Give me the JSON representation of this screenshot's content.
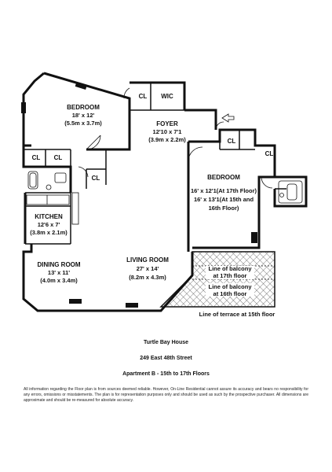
{
  "rooms": {
    "bedroom1": {
      "name": "BEDROOM",
      "dims": "18' x 12'",
      "metric": "(5.5m x 3.7m)"
    },
    "foyer": {
      "name": "FOYER",
      "dims": "12'10 x 7'1",
      "metric": "(3.9m x 2.2m)"
    },
    "bedroom2": {
      "name": "BEDROOM",
      "dims1": "16' x 12'1(At 17th Floor)",
      "dims2": "16' x 13'1(At 15th and",
      "dims3": "16th Floor)"
    },
    "kitchen": {
      "name": "KITCHEN",
      "dims": "12'6 x 7'",
      "metric": "(3.8m x 2.1m)"
    },
    "dining": {
      "name": "DINING ROOM",
      "dims": "13' x 11'",
      "metric": "(4.0m x 3.4m)"
    },
    "living": {
      "name": "LIVING ROOM",
      "dims": "27' x 14'",
      "metric": "(8.2m x 4.3m)"
    }
  },
  "closets": {
    "cl": "CL",
    "wic": "WIC"
  },
  "balcony": {
    "line17_a": "Line of balcony",
    "line17_b": "at 17th floor",
    "line16_a": "Line of balcony",
    "line16_b": "at 16th floor",
    "terrace": "Line of terrace at 15th floor"
  },
  "caption": {
    "building": "Turtle Bay House",
    "address": "249 East 48th Street",
    "apartment": "Apartment B - 15th to 17th Floors"
  },
  "disclaimer": "All information regarding the Floor plan is from sources deemed reliable. However, On-Line Residential cannot assure its accuracy and bears no responsibility for any errors, omissions or misstatements. The plan is for representation purposes only and should be used as such by the prospective purchaser. All dimensions are approximate and should be re-measured for absolute accuracy."
}
